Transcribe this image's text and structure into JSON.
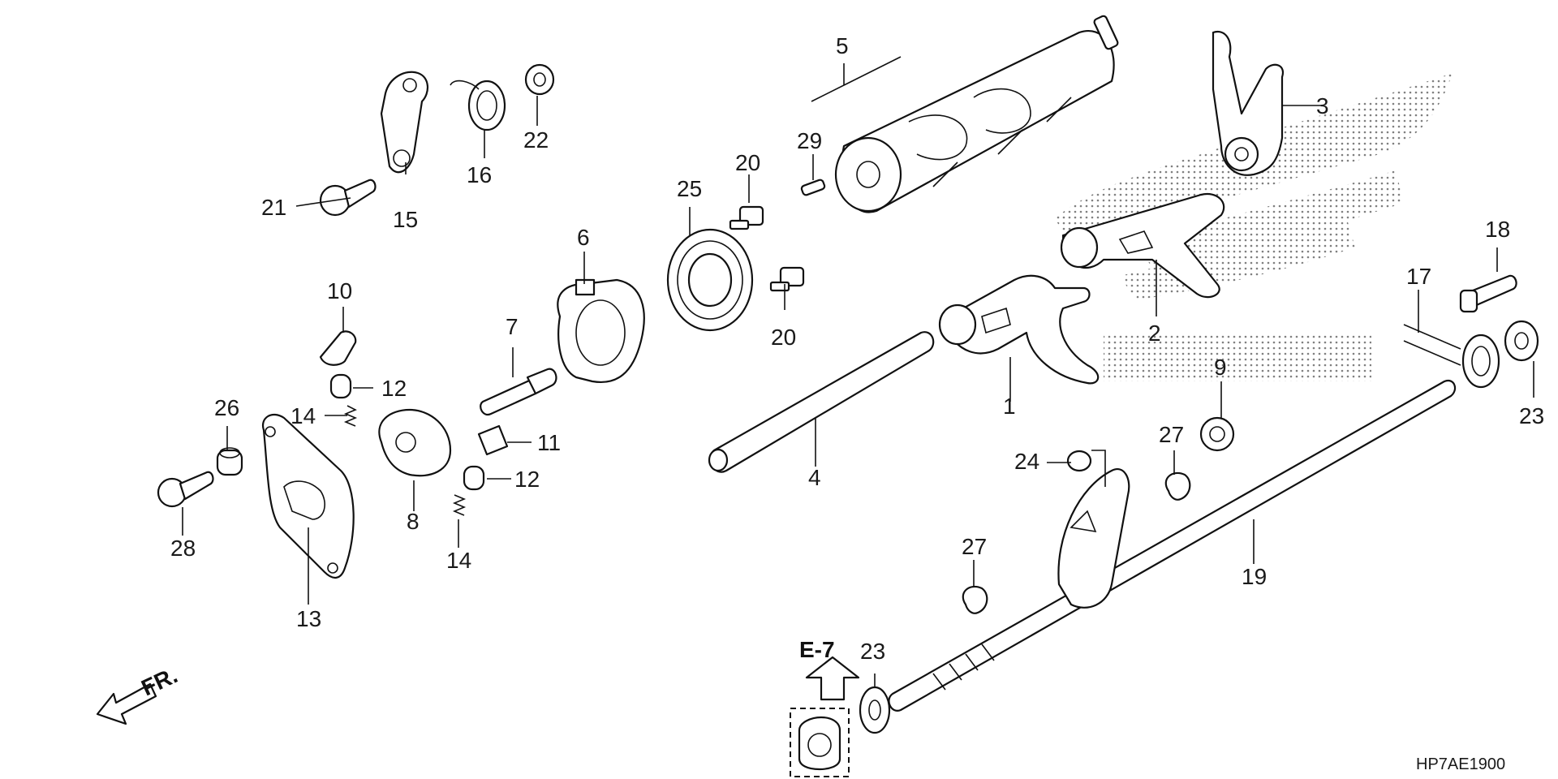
{
  "diagram": {
    "drawing_code": "HP7AE1900",
    "front_marker": "FR.",
    "reference": "E-7",
    "callouts": [
      "1",
      "2",
      "3",
      "4",
      "5",
      "6",
      "7",
      "8",
      "9",
      "10",
      "11",
      "12",
      "12",
      "13",
      "14",
      "14",
      "15",
      "16",
      "17",
      "18",
      "19",
      "20",
      "20",
      "21",
      "22",
      "23",
      "23",
      "24",
      "25",
      "26",
      "27",
      "27",
      "28",
      "29"
    ]
  }
}
